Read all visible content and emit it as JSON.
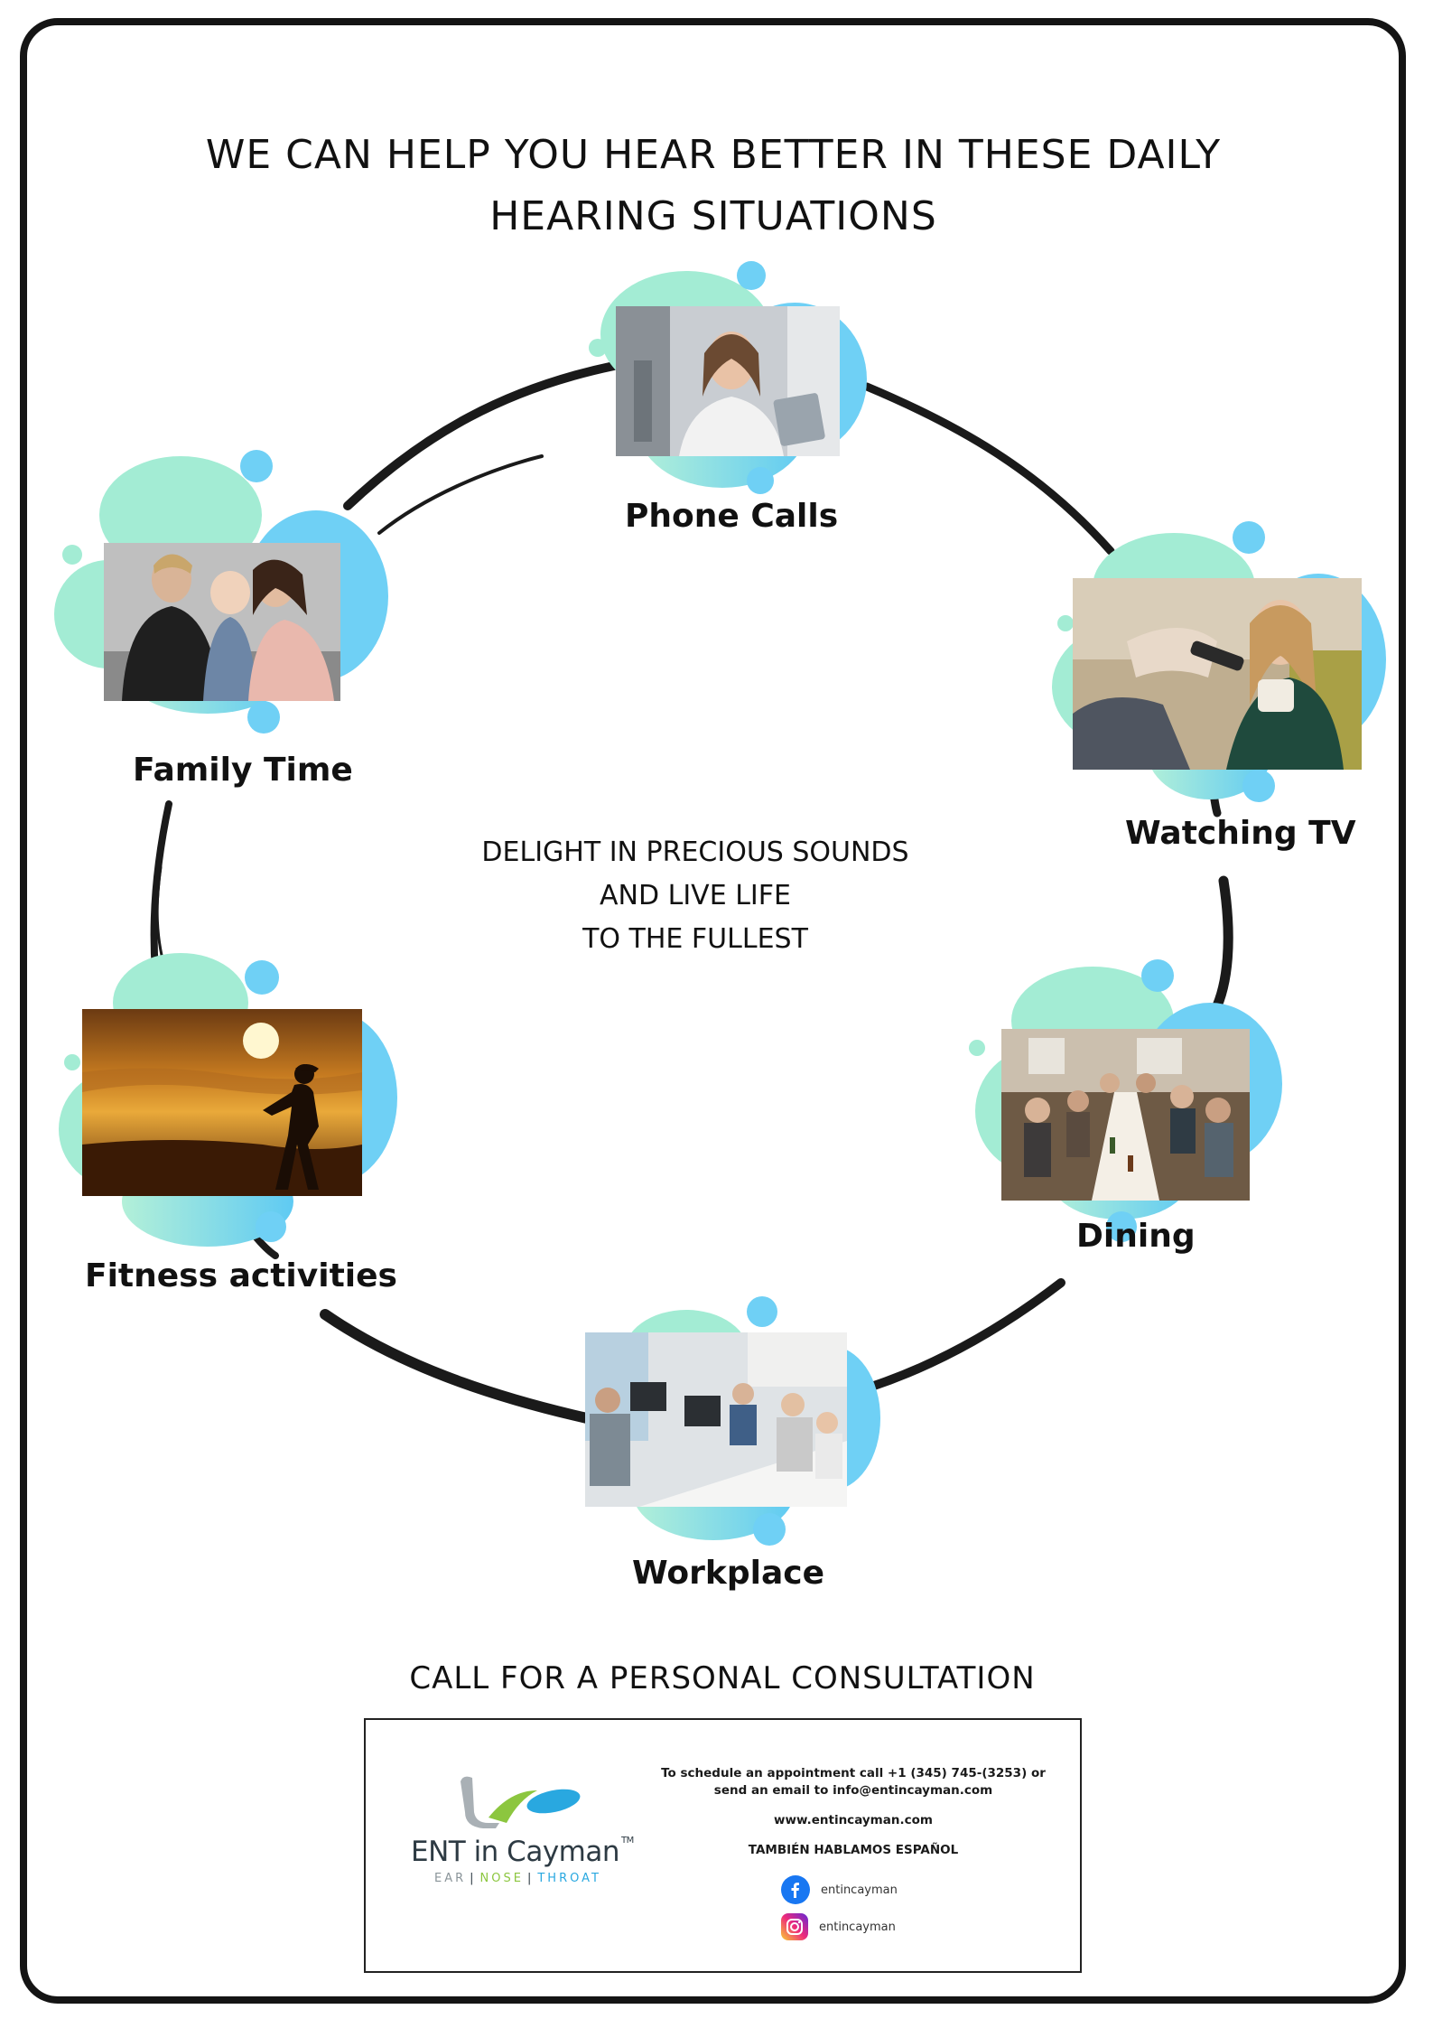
{
  "title": {
    "line1": "WE CAN HELP YOU HEAR BETTER IN THESE DAILY",
    "line2": "HEARING SITUATIONS"
  },
  "center_message": {
    "line1": "DELIGHT IN PRECIOUS SOUNDS",
    "line2": "AND LIVE LIFE",
    "line3": "TO THE FULLEST"
  },
  "situations": [
    {
      "label": "Phone Calls",
      "photo_icon": "woman-on-phone-photo"
    },
    {
      "label": "Watching TV",
      "photo_icon": "couple-watching-tv-photo"
    },
    {
      "label": "Dining",
      "photo_icon": "group-dining-photo"
    },
    {
      "label": "Workplace",
      "photo_icon": "office-workplace-photo"
    },
    {
      "label": "Fitness activities",
      "photo_icon": "runner-sunset-photo"
    },
    {
      "label": "Family Time",
      "photo_icon": "family-with-baby-photo"
    }
  ],
  "cta": "CALL FOR A PERSONAL CONSULTATION",
  "contact_card": {
    "logo_name": "ENT in Cayman",
    "logo_tm": "TM",
    "logo_sub": {
      "ear": "EAR",
      "nose": "NOSE",
      "throat": "THROAT"
    },
    "schedule_text": "To schedule an appointment call +1 (345) 745-(3253) or send an email to info@entincayman.com",
    "website": "www.entincayman.com",
    "spanish": "TAMBIÉN HABLAMOS ESPAÑOL",
    "facebook": "entincayman",
    "instagram": "entincayman"
  },
  "colors": {
    "blob_teal": "#a3ecd4",
    "blob_blue": "#6fd0f5",
    "ring": "#1a1a1a",
    "facebook": "#1877f2",
    "instagram": "#d6249f"
  }
}
